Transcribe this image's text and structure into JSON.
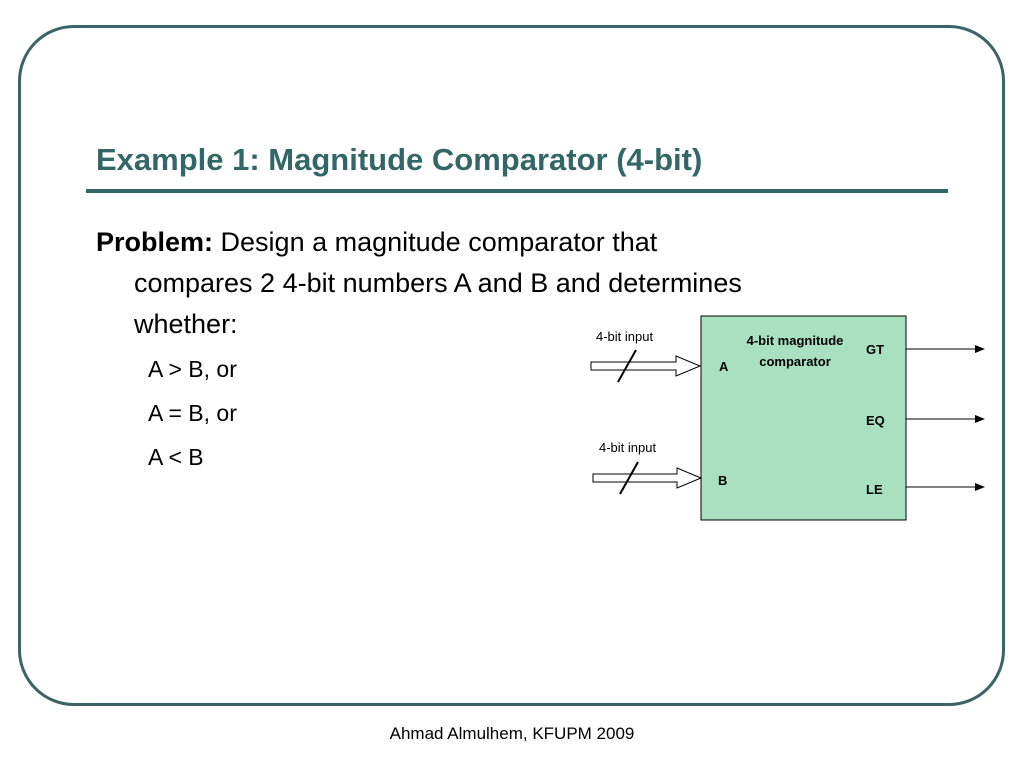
{
  "slide": {
    "title": "Example 1: Magnitude Comparator (4-bit)",
    "problem_label": "Problem:",
    "problem_lines": [
      "Design a magnitude comparator that",
      "compares 2 4-bit numbers A and B and determines",
      "whether:"
    ],
    "conditions": [
      "A > B, or",
      "A = B, or",
      "A < B"
    ],
    "footer": "Ahmad Almulhem, KFUPM 2009"
  },
  "diagram": {
    "block_label_line1": "4-bit magnitude",
    "block_label_line2": "comparator",
    "input_a_caption": "4-bit input",
    "input_b_caption": "4-bit input",
    "input_a_port": "A",
    "input_b_port": "B",
    "outputs": [
      "GT",
      "EQ",
      "LE"
    ],
    "block_color": "#a8e0c0",
    "accent_color": "#336666"
  }
}
